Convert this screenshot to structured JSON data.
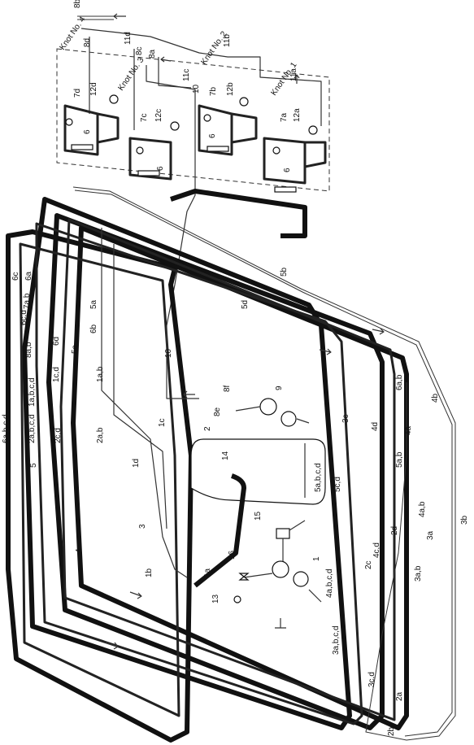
{
  "knots": [
    {
      "label": "Knot No. 4"
    },
    {
      "label": "Knot No. 3"
    },
    {
      "label": "Knot No. 2"
    },
    {
      "label": "Knot No. 1"
    }
  ],
  "labels": [
    {
      "text": "8b"
    },
    {
      "text": "8d"
    },
    {
      "text": "11d"
    },
    {
      "text": "8c"
    },
    {
      "text": "8a"
    },
    {
      "text": "11b"
    },
    {
      "text": "11c"
    },
    {
      "text": "11a"
    },
    {
      "text": "10"
    },
    {
      "text": "7d"
    },
    {
      "text": "12d"
    },
    {
      "text": "7b"
    },
    {
      "text": "12b"
    },
    {
      "text": "7c"
    },
    {
      "text": "12c"
    },
    {
      "text": "7a"
    },
    {
      "text": "12a"
    },
    {
      "text": "6"
    },
    {
      "text": "6"
    },
    {
      "text": "6"
    },
    {
      "text": "6"
    },
    {
      "text": "5b"
    },
    {
      "text": "5d"
    },
    {
      "text": "5a"
    },
    {
      "text": "6b"
    },
    {
      "text": "5c"
    },
    {
      "text": "6a"
    },
    {
      "text": "6c"
    },
    {
      "text": "6c,d"
    },
    {
      "text": "7a,b"
    },
    {
      "text": "8a,b"
    },
    {
      "text": "6d"
    },
    {
      "text": "1c,d"
    },
    {
      "text": "1a,b"
    },
    {
      "text": "1a,b,c,d"
    },
    {
      "text": "6a,b,c,d"
    },
    {
      "text": "2a,b,c,d"
    },
    {
      "text": "2c,d"
    },
    {
      "text": "2a,b"
    },
    {
      "text": "5"
    },
    {
      "text": "1c"
    },
    {
      "text": "1d"
    },
    {
      "text": "10"
    },
    {
      "text": "8f"
    },
    {
      "text": "9"
    },
    {
      "text": "8e"
    },
    {
      "text": "2"
    },
    {
      "text": "14"
    },
    {
      "text": "3"
    },
    {
      "text": "4"
    },
    {
      "text": "1b"
    },
    {
      "text": "1a"
    },
    {
      "text": "15"
    },
    {
      "text": "16"
    },
    {
      "text": "1"
    },
    {
      "text": "13"
    },
    {
      "text": "5a,b,c,d"
    },
    {
      "text": "3c"
    },
    {
      "text": "4d"
    },
    {
      "text": "6a,b"
    },
    {
      "text": "4b"
    },
    {
      "text": "4a"
    },
    {
      "text": "5a,b"
    },
    {
      "text": "5c,d"
    },
    {
      "text": "4a,b"
    },
    {
      "text": "2d"
    },
    {
      "text": "4c,d"
    },
    {
      "text": "2c"
    },
    {
      "text": "3a"
    },
    {
      "text": "3b"
    },
    {
      "text": "3a,b"
    },
    {
      "text": "4a,b,c,d"
    },
    {
      "text": "3a,b,c,d"
    },
    {
      "text": "3c,d"
    },
    {
      "text": "2a"
    },
    {
      "text": "2b"
    }
  ]
}
